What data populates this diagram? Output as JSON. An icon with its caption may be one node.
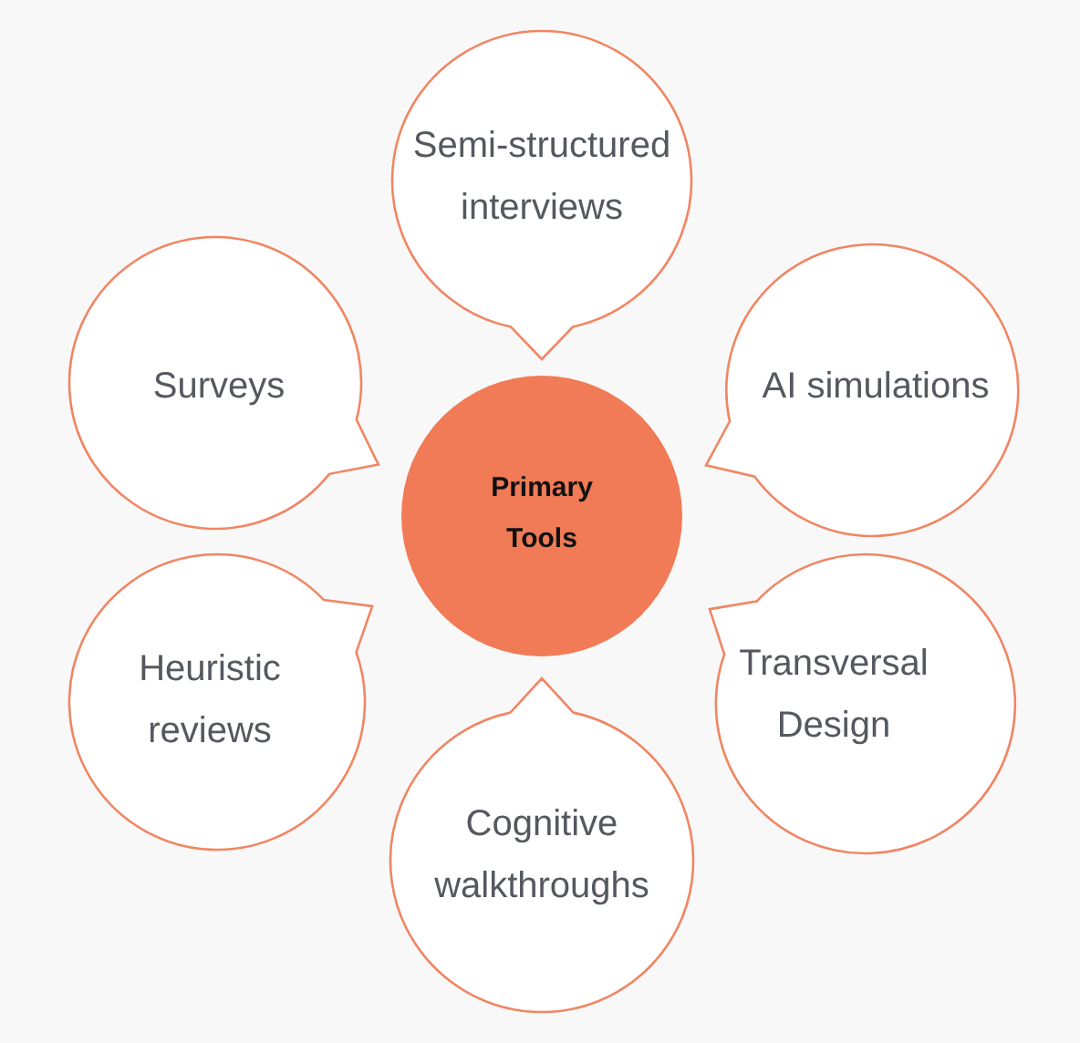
{
  "diagram": {
    "nodes": [
      {
        "text": [
          "Semi-structured interviews"
        ]
      },
      {
        "text": [
          "Surveys"
        ]
      },
      {
        "text": [
          "AI simulations"
        ]
      },
      {
        "text": [
          "Primary Tools"
        ]
      },
      {
        "text": [
          "Heuristic reviews"
        ]
      },
      {
        "text": [
          "Transversal Design"
        ]
      },
      {
        "text": [
          "Cognitive walkthroughs"
        ]
      }
    ]
  }
}
